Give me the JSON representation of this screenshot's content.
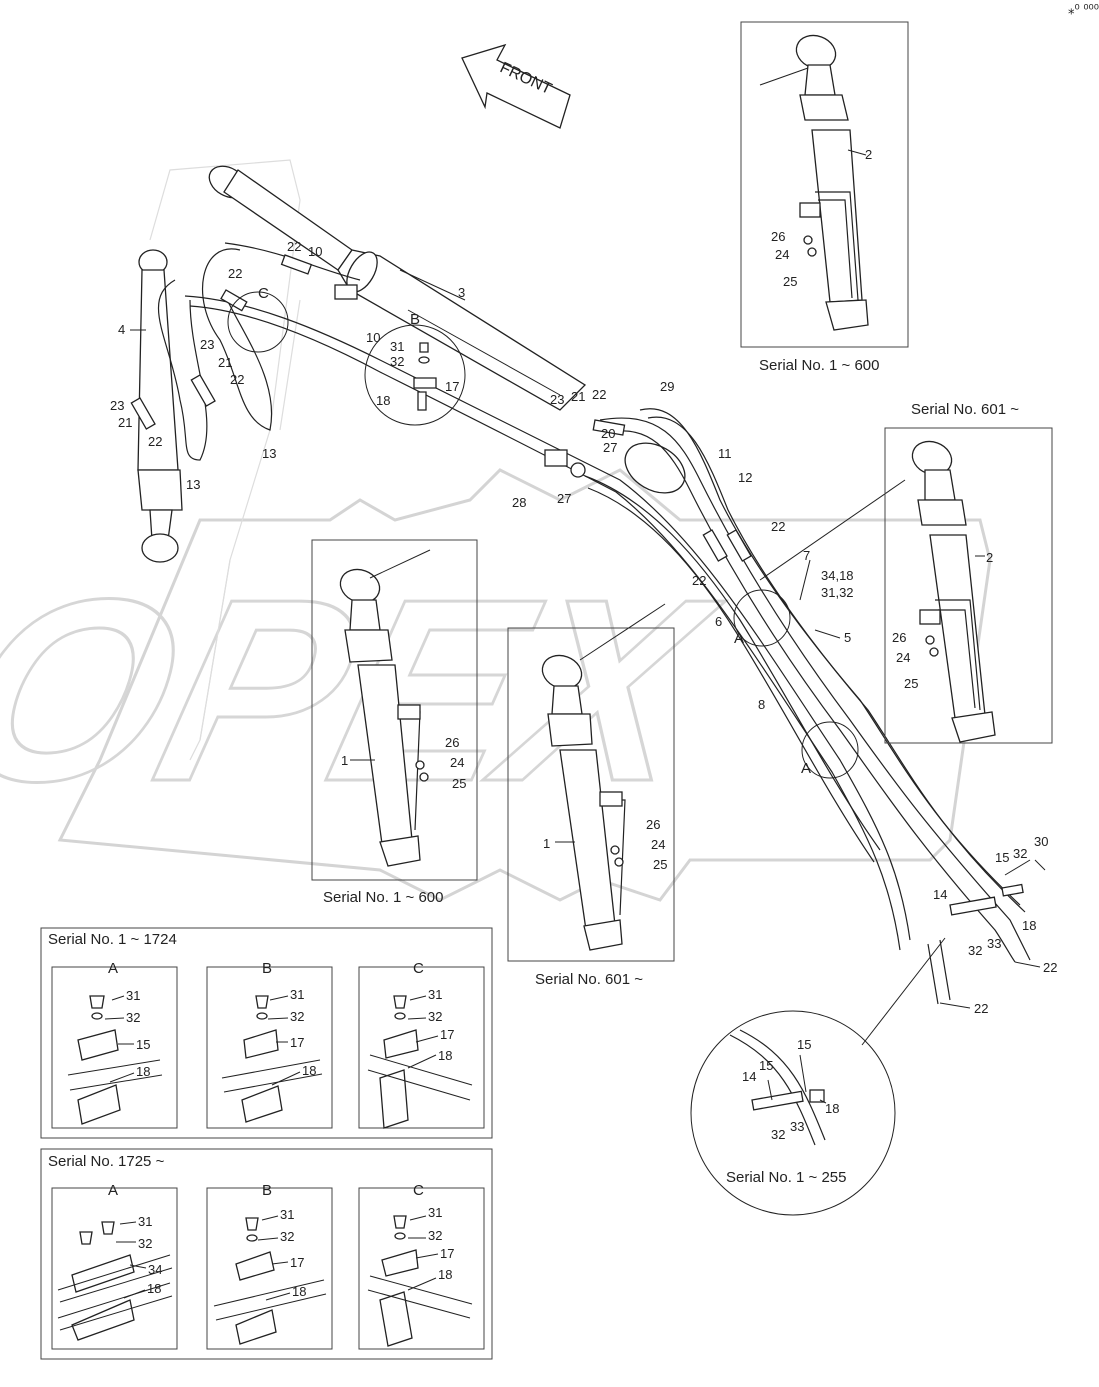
{
  "corner_mark": "⁎⁰ ⁰⁰⁰",
  "watermark": "OPEX",
  "front_arrow_label": "FRONT",
  "captions": {
    "top_right_box": "Serial No. 1 ~ 600",
    "right_box": "Serial No. 601 ~",
    "mid_left_box": "Serial No. 1 ~ 600",
    "mid_box": "Serial No. 601 ~",
    "detail_circle": "Serial No. 1 ~ 255",
    "clamp_box_1": "Serial No. 1 ~ 1724",
    "clamp_box_2": "Serial No. 1725 ~"
  },
  "detail_letters": {
    "a": "A",
    "b": "B",
    "c": "C"
  },
  "numbers": {
    "n1": "1",
    "n2": "2",
    "n3": "3",
    "n4": "4",
    "n5": "5",
    "n6": "6",
    "n7": "7",
    "n8": "8",
    "n10": "10",
    "n11": "11",
    "n12": "12",
    "n13": "13",
    "n14": "14",
    "n15": "15",
    "n17": "17",
    "n18": "18",
    "n20": "20",
    "n21": "21",
    "n22": "22",
    "n23": "23",
    "n24": "24",
    "n25": "25",
    "n26": "26",
    "n27": "27",
    "n28": "28",
    "n29": "29",
    "n30": "30",
    "n31": "31",
    "n32": "32",
    "n33": "33",
    "n34": "34",
    "n34_18": "34,18",
    "n31_32": "31,32"
  }
}
